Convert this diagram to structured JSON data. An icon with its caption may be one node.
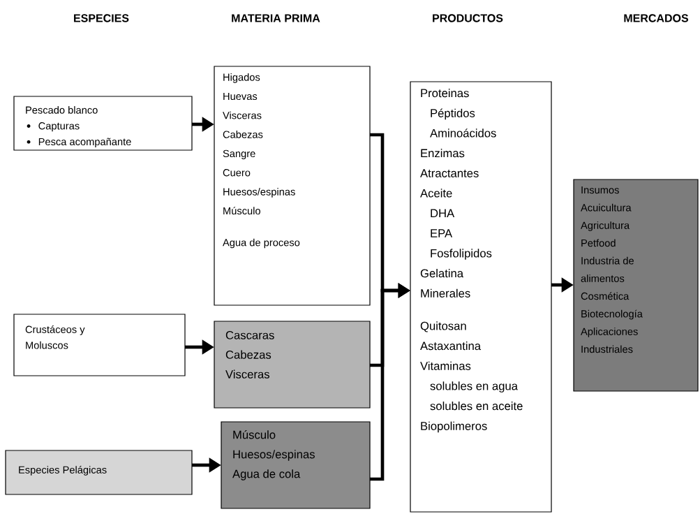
{
  "diagram": {
    "nodes": [
      {
        "text": [
          "Pescado blanco",
          "Capturas",
          "Pesca acompañante"
        ]
      },
      {
        "text": [
          "Higados",
          "Huevas",
          "Visceras",
          "Cabezas",
          "Sangre",
          "Cuero",
          "Huesos/espinas",
          "Músculo",
          "Agua de proceso"
        ]
      },
      {
        "text": [
          "Crustáceos y Moluscos"
        ]
      },
      {
        "text": [
          "Cascaras",
          "Cabezas",
          "Visceras"
        ]
      },
      {
        "text": [
          "Especies Pelágicas"
        ]
      },
      {
        "text": [
          "Músculo",
          "Huesos/espinas",
          "Agua de cola"
        ]
      },
      {
        "text": [
          "Proteinas",
          "Péptidos",
          "Aminoácidos",
          "Enzimas",
          "Atractantes",
          "Aceite",
          "DHA",
          "EPA",
          "Fosfolipidos",
          "Gelatina",
          "Minerales",
          "Quitosan",
          "Astaxantina",
          "Vitaminas",
          "solubles en agua",
          "solubles en aceite",
          "Biopolimeros"
        ]
      },
      {
        "text": [
          "Insumos",
          "Acuicultura",
          "Agricultura",
          "Petfood",
          "Industria de alimentos",
          "Cosmética",
          "Biotecnología",
          "Aplicaciones Industriales"
        ]
      }
    ],
    "edges": [
      {
        "from": 0,
        "to": 1,
        "arrow": "to"
      },
      {
        "from": 2,
        "to": 3,
        "arrow": "to"
      },
      {
        "from": 4,
        "to": 5,
        "arrow": "to"
      },
      {
        "from": 1,
        "to": 6,
        "arrow": "to"
      },
      {
        "from": 3,
        "to": 6,
        "arrow": "to"
      },
      {
        "from": 5,
        "to": 6,
        "arrow": "to"
      },
      {
        "from": 6,
        "to": 7,
        "arrow": "to"
      }
    ],
    "labels": [
      "ESPECIES",
      "MATERIA PRIMA",
      "PRODUCTOS",
      "MERCADOS"
    ]
  }
}
